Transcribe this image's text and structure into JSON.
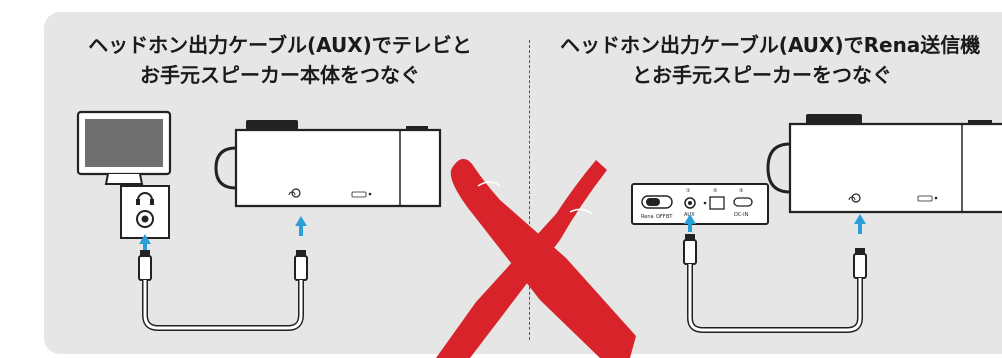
{
  "left_panel": {
    "title_line1": "ヘッドホン出力ケーブル(AUX)でテレビと",
    "title_line2": "お手元スピーカー本体をつなぐ"
  },
  "right_panel": {
    "title_line1": "ヘッドホン出力ケーブル(AUX)でRena送信機",
    "title_line2": "とお手元スピーカーをつなぐ"
  },
  "transmitter": {
    "labels": [
      "Rena",
      "OFF",
      "BT"
    ],
    "aux_label": "AUX",
    "dcin_label": "DC-IN",
    "port_numbers": [
      "①",
      "②",
      "③"
    ]
  },
  "colors": {
    "panel_bg": "#e6e6e6",
    "arrow": "#2a9fd8",
    "cross": "#d9232a"
  }
}
